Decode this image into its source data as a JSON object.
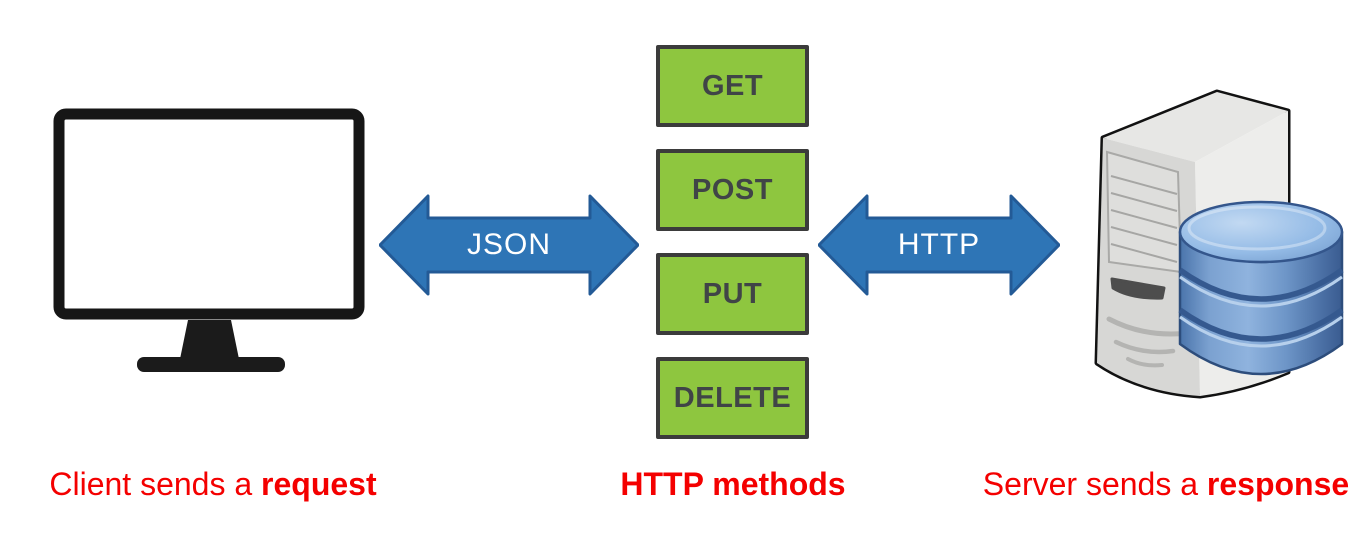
{
  "diagram_title": "HTTP methods",
  "client": {
    "caption_prefix": "Client sends a ",
    "caption_bold": "request",
    "icon": "desktop-monitor-icon"
  },
  "http_methods": {
    "caption": "HTTP methods",
    "items": [
      "GET",
      "POST",
      "PUT",
      "DELETE"
    ]
  },
  "server": {
    "caption_prefix": "Server sends a ",
    "caption_bold": "response",
    "icon": "server-database-icon"
  },
  "arrows": {
    "json_label": "JSON",
    "http_label": "HTTP"
  },
  "colors": {
    "background": "#ffffff",
    "caption_red": "#f40000",
    "method_green": "#8ec63f",
    "method_border": "#3b3b3b",
    "method_text": "#404447",
    "arrow_fill": "#2e75b6",
    "arrow_border": "#235a96",
    "arrow_label": "#ffffff",
    "monitor_outline": "#161616",
    "server_gray": "#d7d7d5",
    "database_blue": "#6f97c9"
  }
}
